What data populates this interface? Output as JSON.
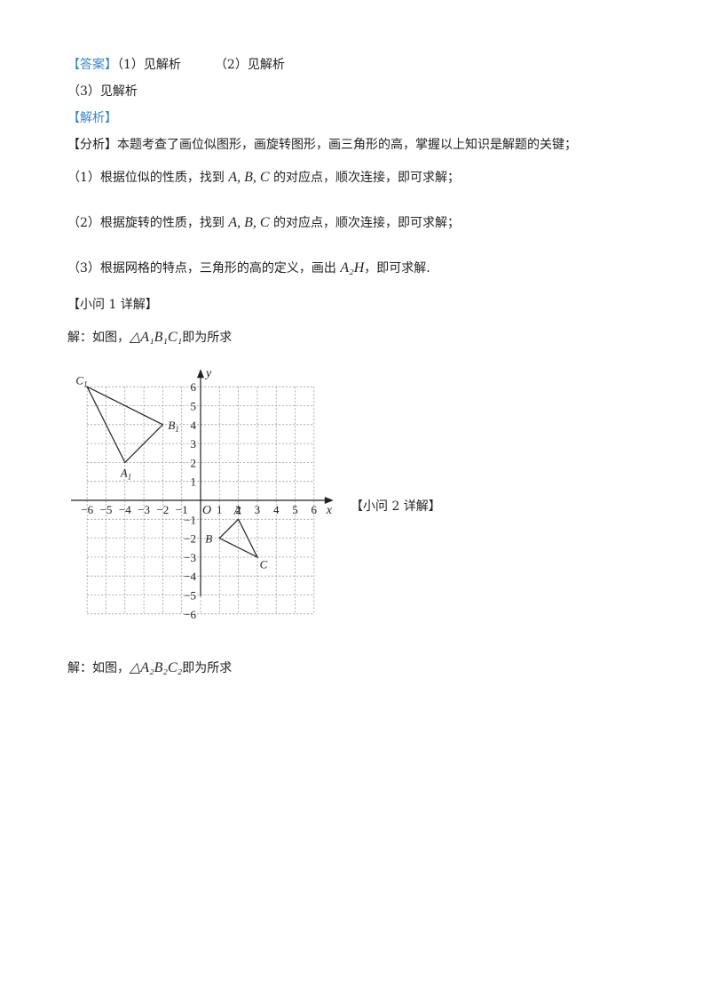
{
  "answer": {
    "tag": "【答案】",
    "p1": "（1）见解析",
    "p2": "（2）见解析",
    "p3": "（3）见解析"
  },
  "analysis_tag": "【解析】",
  "fenxi": {
    "tag": "【分析】",
    "text": "本题考查了画位似图形，画旋转图形，画三角形的高，掌握以上知识是解题的关键；"
  },
  "steps": [
    {
      "prefix": "（1）根据位似的性质，找到 ",
      "math": "A, B, C",
      "suffix": " 的对应点，顺次连接，即可求解；"
    },
    {
      "prefix": "（2）根据旋转的性质，找到 ",
      "math": "A, B, C",
      "suffix": " 的对应点，顺次连接，即可求解；"
    },
    {
      "prefix": "（3）根据网格的特点，三角形的高的定义，画出 ",
      "math": "A₂H",
      "suffix": "，即可求解."
    }
  ],
  "q1": {
    "heading": "【小问 1 详解】",
    "sol_prefix": "解：如图，",
    "sol_math": "△A₁B₁C₁",
    "sol_suffix": "即为所求"
  },
  "q2": {
    "heading": "【小问 2 详解】",
    "sol_prefix": "解：如图，",
    "sol_math": "△A₂B₂C₂",
    "sol_suffix": "即为所求"
  },
  "chart_data": {
    "type": "scatter",
    "xlim": [
      -6,
      6
    ],
    "ylim": [
      -6,
      6
    ],
    "xlabel": "x",
    "ylabel": "y",
    "origin_label": "O",
    "grid": true,
    "x_ticks": [
      "−6",
      "−5",
      "−4",
      "−3",
      "−2",
      "−1",
      "1",
      "2",
      "3",
      "4",
      "5",
      "6"
    ],
    "y_ticks": [
      "6",
      "5",
      "4",
      "3",
      "2",
      "1",
      "−1",
      "−2",
      "−3",
      "−4",
      "−5",
      "−6"
    ],
    "triangles": [
      {
        "points": [
          {
            "label": "A",
            "sub": "1",
            "x": -4,
            "y": 2
          },
          {
            "label": "B",
            "sub": "1",
            "x": -2,
            "y": 4
          },
          {
            "label": "C",
            "sub": "1",
            "x": -6,
            "y": 6
          }
        ]
      },
      {
        "points": [
          {
            "label": "A",
            "sub": "",
            "x": 2,
            "y": -1
          },
          {
            "label": "B",
            "sub": "",
            "x": 1,
            "y": -2
          },
          {
            "label": "C",
            "sub": "",
            "x": 3,
            "y": -3
          }
        ]
      }
    ]
  }
}
